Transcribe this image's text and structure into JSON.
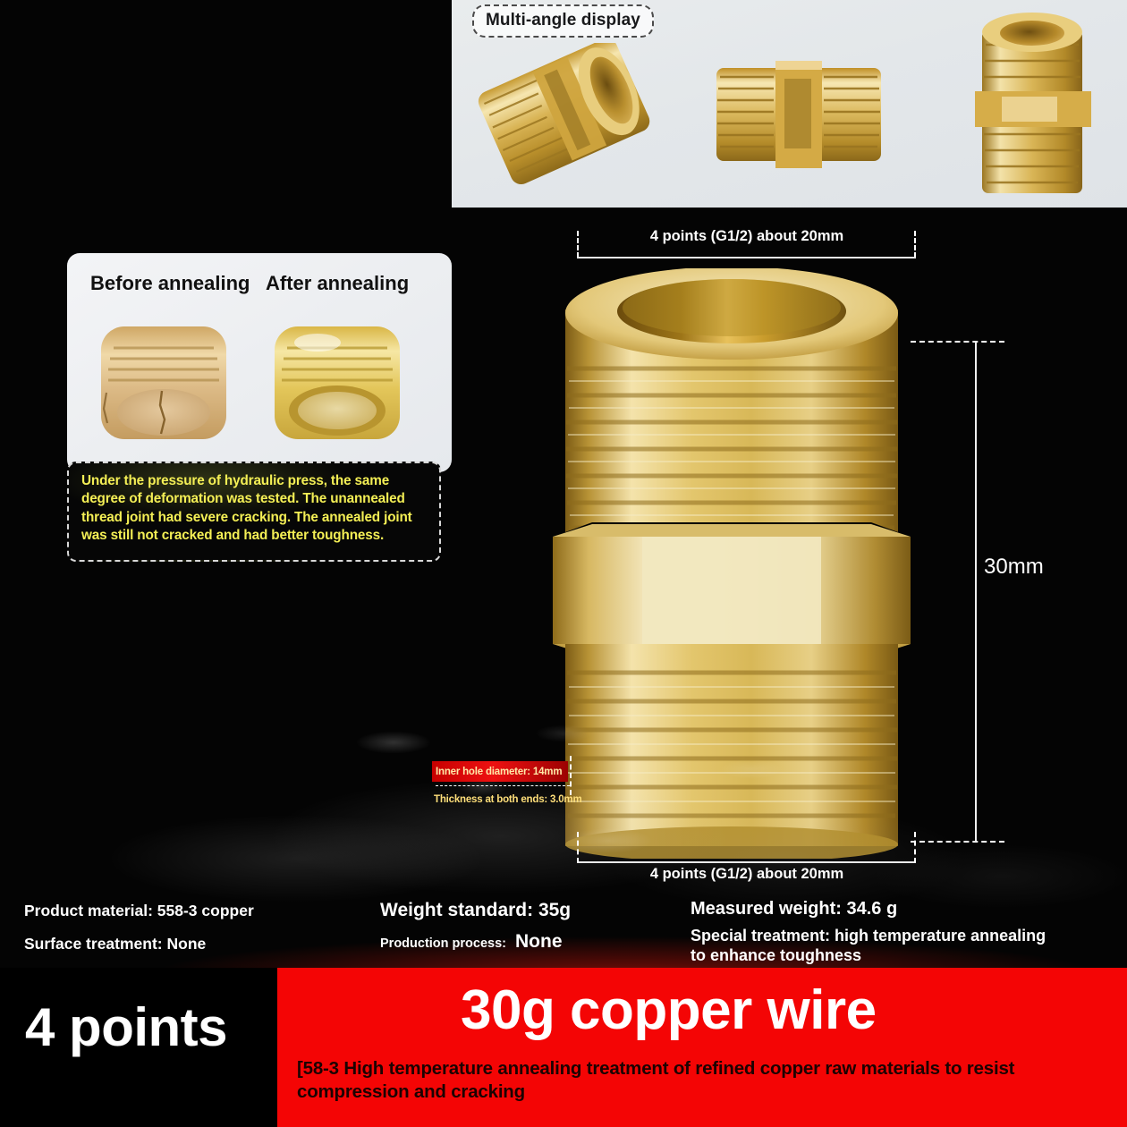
{
  "multi_angle": {
    "badge_label": "Multi-angle display"
  },
  "annealing": {
    "before_label": "Before annealing",
    "after_label": "After annealing",
    "caption": "Under the pressure of hydraulic press, the same degree of deformation was tested. The unannealed thread joint had severe cracking. The annealed joint was still not cracked and had better toughness."
  },
  "dimensions": {
    "top_width": "4 points (G1/2) about 20mm",
    "bottom_width": "4 points (G1/2) about 20mm",
    "height": "30mm",
    "inner_hole": "Inner hole diameter: 14mm",
    "thickness": "Thickness at both ends: 3.0mm"
  },
  "specs": {
    "material": "Product material: 558-3 copper",
    "surface_treatment": "Surface treatment: None",
    "weight_standard": "Weight standard: 35g",
    "production_process_label": "Production process:",
    "production_process_value": "None",
    "measured_weight": "Measured weight: 34.6 g",
    "special_treatment": "Special treatment: high temperature annealing to enhance toughness"
  },
  "banner": {
    "left_text": "4 points",
    "title": "30g copper wire",
    "subtitle": "[58-3 High temperature annealing treatment of refined copper raw materials to resist compression and cracking"
  },
  "colors": {
    "banner_red": "#f40505",
    "caption_yellow": "#f4ef55",
    "callout_red": "#c60000",
    "brass_light": "#f2dfa0",
    "brass_mid": "#d8b351",
    "brass_dark": "#9d7a22"
  }
}
